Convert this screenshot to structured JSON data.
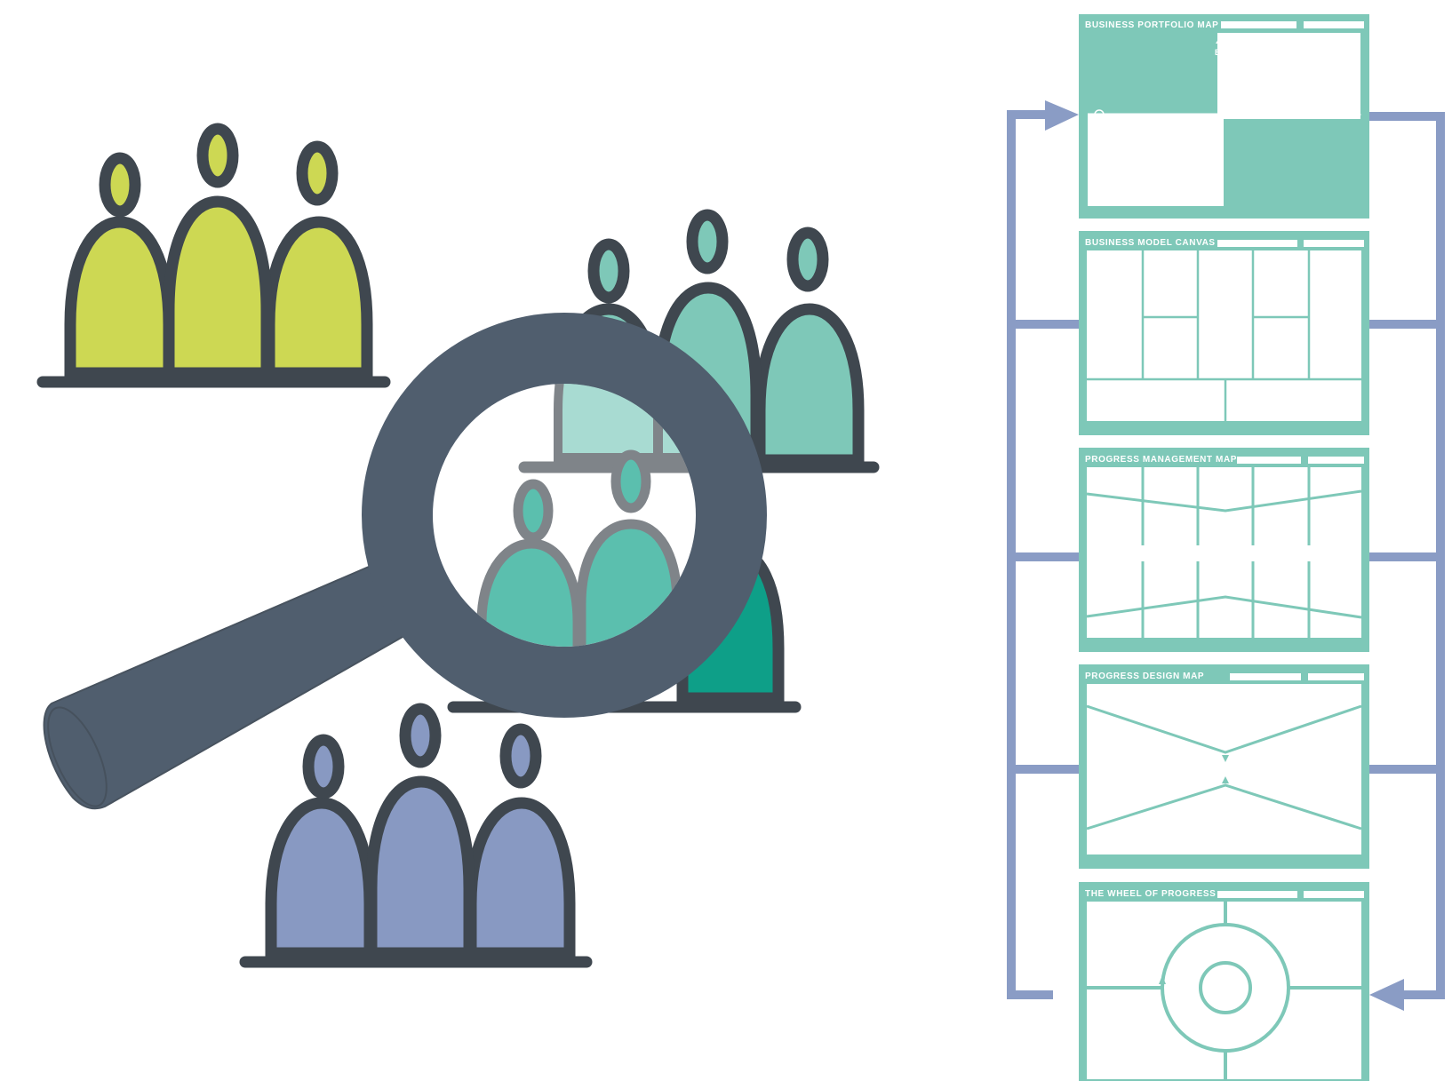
{
  "colors": {
    "background": "#ffffff",
    "outline": "#3f474f",
    "lime": "#cdd853",
    "teal_light": "#7ec8b8",
    "teal_pale": "#a8dbd2",
    "teal_mid": "#5bbfae",
    "teal_dark": "#0e9f88",
    "lavender": "#8899c2",
    "magnifier": "#505e6e",
    "inner_outline": "#7f8489",
    "canvas_teal": "#7ec8b8",
    "arrow_blue": "#8a9cc5"
  },
  "people_groups": [
    {
      "name": "lime-group",
      "color": "lime",
      "count": 3
    },
    {
      "name": "teal-group",
      "color": "teal_light",
      "count": 3
    },
    {
      "name": "dark-teal-group",
      "color": "teal_dark",
      "count": 3
    },
    {
      "name": "lavender-group",
      "color": "lavender",
      "count": 3
    }
  ],
  "magnifier": {
    "icon": "magnifying-glass-icon",
    "focus_people": 2
  },
  "canvases": [
    {
      "title": "BUSINESS PORTFOLIO MAP",
      "kind": "portfolio",
      "axis_label_y": "B"
    },
    {
      "title": "BUSINESS MODEL CANVAS",
      "kind": "model"
    },
    {
      "title": "PROGRESS MANAGEMENT MAP",
      "kind": "management"
    },
    {
      "title": "PROGRESS DESIGN MAP",
      "kind": "design"
    },
    {
      "title": "THE WHEEL OF PROGRESS",
      "kind": "wheel"
    }
  ],
  "connectors": {
    "left_arrow_target": "BUSINESS PORTFOLIO MAP",
    "right_arrow_target": "THE WHEEL OF PROGRESS"
  }
}
